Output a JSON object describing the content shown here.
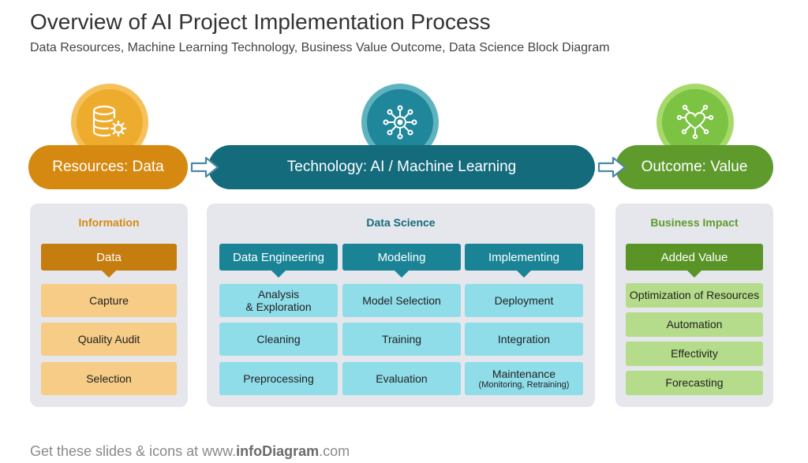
{
  "title": "Overview of AI Project Implementation Process",
  "subtitle": "Data Resources, Machine Learning Technology, Business Value Outcome, Data Science Block Diagram",
  "colors": {
    "orange": "#d68910",
    "orange_light": "#f6cc86",
    "teal": "#146b7c",
    "teal_light": "#8fdde9",
    "green": "#5e9b2c",
    "green_light": "#b4dc8a",
    "panel": "#e5e7ec"
  },
  "stages": {
    "resources": {
      "label": "Resources: Data",
      "icon": "database-gear-icon"
    },
    "technology": {
      "label": "Technology: AI / Machine Learning",
      "icon": "circuit-brain-icon"
    },
    "outcome": {
      "label": "Outcome: Value",
      "icon": "circuit-heart-icon"
    }
  },
  "information": {
    "title": "Information",
    "header": "Data",
    "items": [
      "Capture",
      "Quality Audit",
      "Selection"
    ]
  },
  "data_science": {
    "title": "Data Science",
    "columns": [
      {
        "header": "Data Engineering",
        "items": [
          "Analysis",
          "& Exploration",
          "Cleaning",
          "Preprocessing"
        ]
      },
      {
        "header": "Modeling",
        "items": [
          "Model Selection",
          "Training",
          "Evaluation"
        ]
      },
      {
        "header": "Implementing",
        "items": [
          "Deployment",
          "Integration",
          "Maintenance",
          "(Monitoring, Retraining)"
        ]
      }
    ]
  },
  "business": {
    "title": "Business Impact",
    "header": "Added Value",
    "items": [
      "Optimization of Resources",
      "Automation",
      "Effectivity",
      "Forecasting"
    ]
  },
  "footer": {
    "prefix": "Get these slides & icons at www.",
    "brand": "infoDiagram",
    "suffix": ".com"
  }
}
